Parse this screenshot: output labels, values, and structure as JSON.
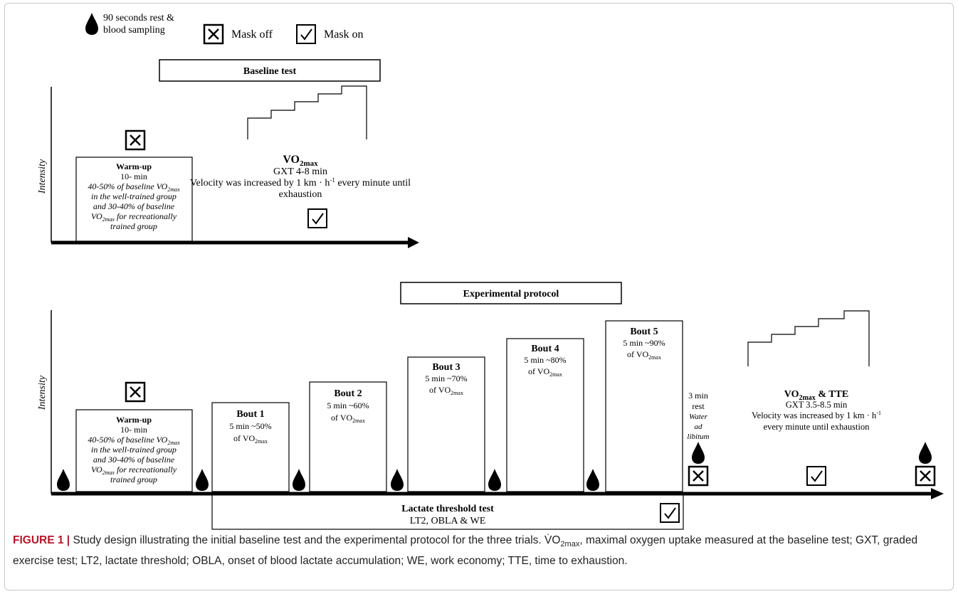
{
  "legend": {
    "drop_line1": "90 seconds rest &",
    "drop_line2": "blood sampling",
    "mask_off": "Mask off",
    "mask_on": "Mask on"
  },
  "baseline": {
    "title": "Baseline test",
    "ylabel": "Intensity",
    "warmup": {
      "title": "Warm-up",
      "duration": "10- min",
      "l1_a": "40-50% of baseline ",
      "l1_b": "VO",
      "l1_sub": "2max",
      "l2": "in the well-trained group",
      "l3": "and 30-40% of baseline",
      "l4_a": "VO",
      "l4_sub": "2max",
      "l4_b": " for recreationally",
      "l5": "trained group"
    },
    "vo2": {
      "title_a": "VO",
      "title_sub": "2max",
      "gxt": "GXT 4-8 min",
      "vel_a": "Velocity was increased by 1 km · h",
      "vel_sup": "-1",
      "vel_b": " every minute until",
      "vel_c": "exhaustion"
    }
  },
  "experimental": {
    "title": "Experimental protocol",
    "ylabel": "Intensity",
    "warmup": {
      "title": "Warm-up",
      "duration": "10- min",
      "l1_a": "40-50% of baseline ",
      "l1_b": "VO",
      "l1_sub": "2max",
      "l2": "in the well-trained group",
      "l3": "and 30-40% of baseline",
      "l4_a": "VO",
      "l4_sub": "2max",
      "l4_b": " for recreationally",
      "l5": "trained group"
    },
    "bouts": [
      {
        "title": "Bout 1",
        "line": "5 min  ~50%",
        "of": "of VO",
        "sub": "2max"
      },
      {
        "title": "Bout 2",
        "line": "5 min  ~60%",
        "of": "of VO",
        "sub": "2max"
      },
      {
        "title": "Bout 3",
        "line": "5 min  ~70%",
        "of": "of VO",
        "sub": "2max"
      },
      {
        "title": "Bout 4",
        "line": "5 min  ~80%",
        "of": "of VO",
        "sub": "2max"
      },
      {
        "title": "Bout 5",
        "line": "5 min  ~90%",
        "of": "of VO",
        "sub": "2max"
      }
    ],
    "rest": {
      "l1": "3 min",
      "l2": "rest",
      "l3": "Water",
      "l4": "ad",
      "l5": "libitum"
    },
    "final": {
      "title_a": "VO",
      "title_sub": "2max",
      "title_b": " & TTE",
      "gxt": "GXT 3.5-8.5 min",
      "vel_a": "Velocity was increased by 1 km · h",
      "vel_sup": "-1",
      "vel_b": "every minute until exhaustion"
    },
    "lactate": {
      "title": "Lactate threshold test",
      "sub": "LT2, OBLA & WE"
    }
  },
  "caption": {
    "label": "FIGURE 1 |",
    "t1": " Study design illustrating the initial baseline test and the experimental protocol for the three trials. ",
    "vo2": "V̇O",
    "vo2_sub": "2max",
    "t2": ", maximal oxygen uptake measured at the baseline test; GXT, graded exercise test; LT2, lactate threshold; OBLA, onset of blood lactate accumulation; WE, work economy; TTE, time to exhaustion."
  }
}
